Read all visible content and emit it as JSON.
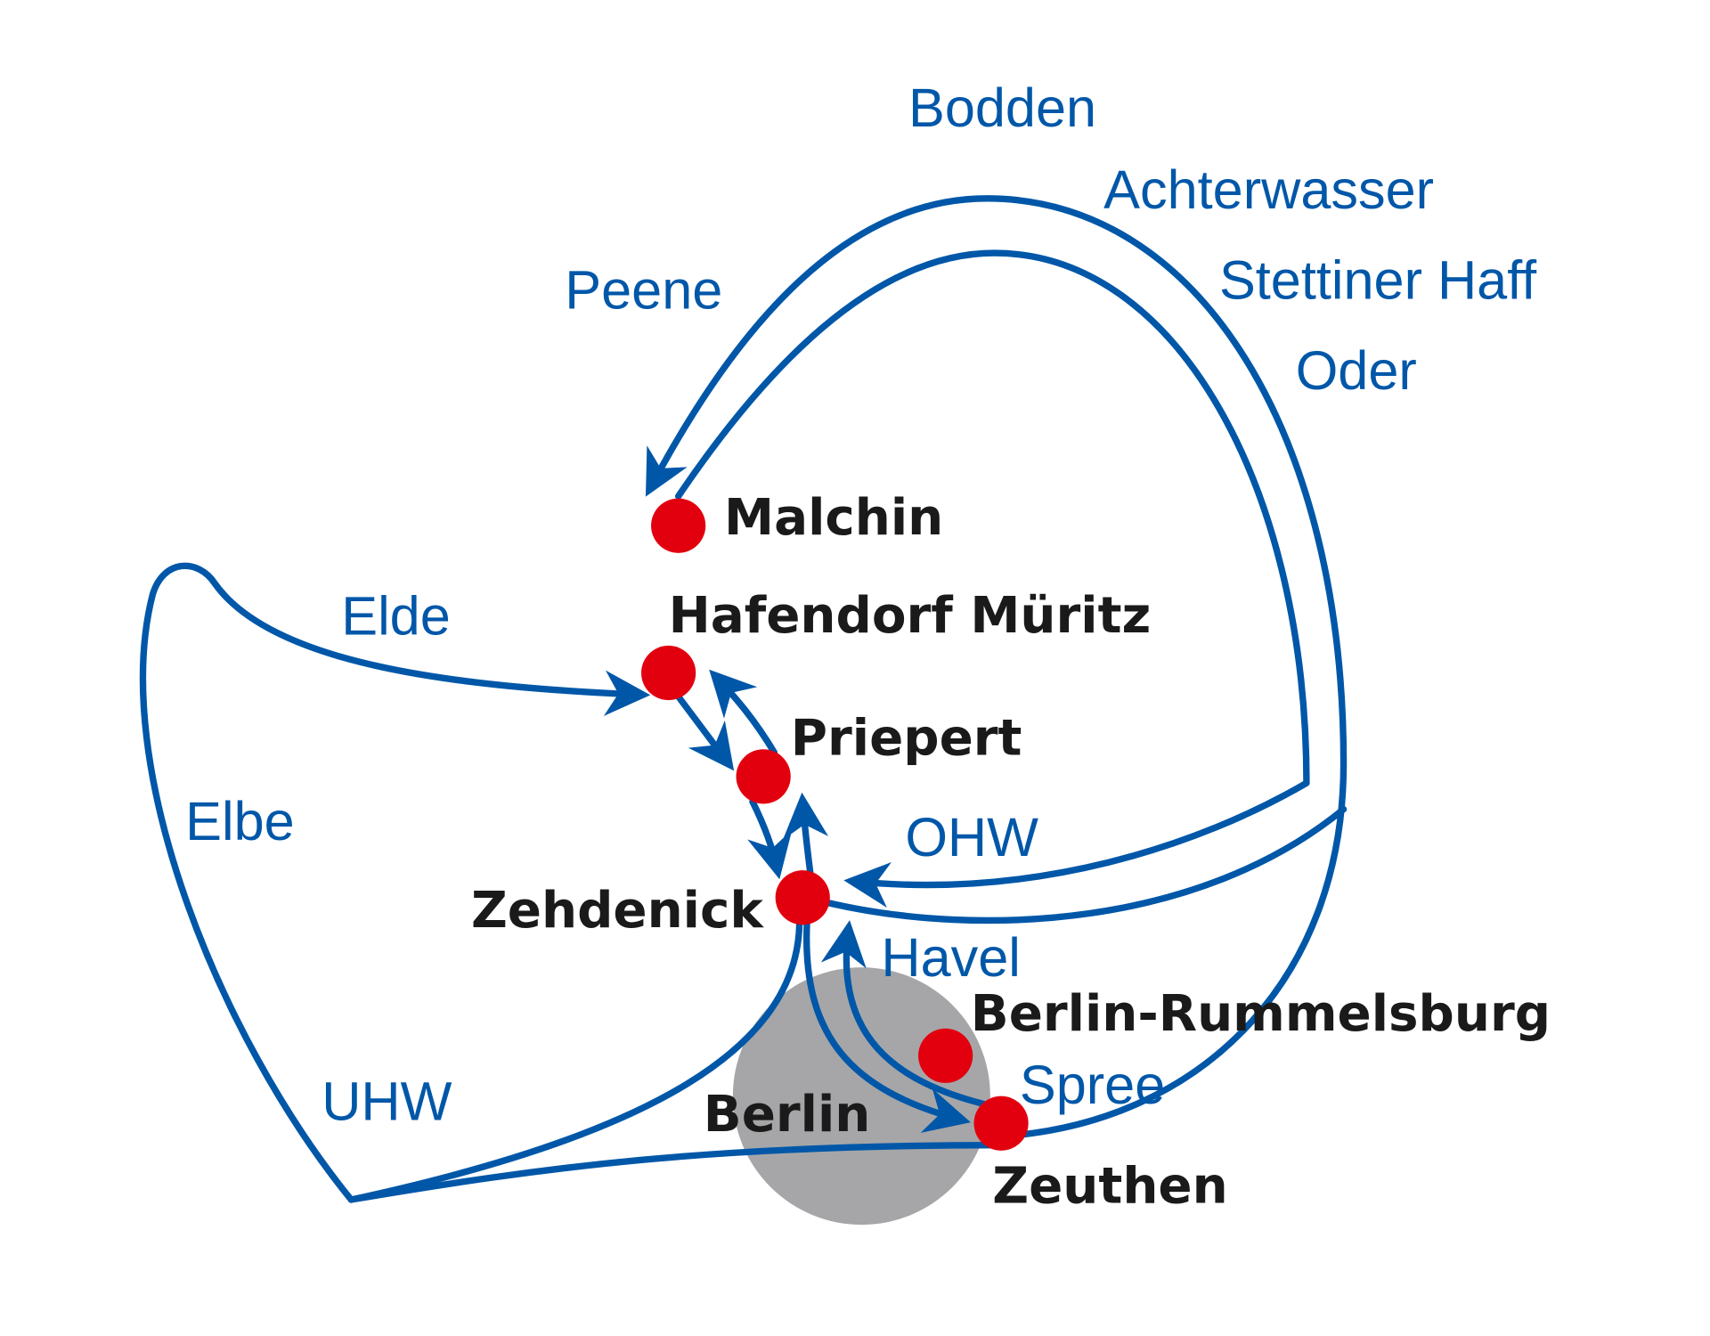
{
  "colors": {
    "route": "#0057a8",
    "stop": "#e2000f",
    "city_area": "#a6a6a8",
    "label": "#1a1a1a"
  },
  "waterways": {
    "bodden": "Bodden",
    "achterwasser": "Achterwasser",
    "stettiner_haff": "Stettiner Haff",
    "oder": "Oder",
    "peene": "Peene",
    "elde": "Elde",
    "elbe": "Elbe",
    "ohw": "OHW",
    "havel": "Havel",
    "spree": "Spree",
    "uhw": "UHW"
  },
  "places": {
    "malchin": "Malchin",
    "hafendorf": "Hafendorf Müritz",
    "priepert": "Priepert",
    "zehdenick": "Zehdenick",
    "rummelsburg": "Berlin-Rummelsburg",
    "berlin": "Berlin",
    "zeuthen": "Zeuthen"
  }
}
